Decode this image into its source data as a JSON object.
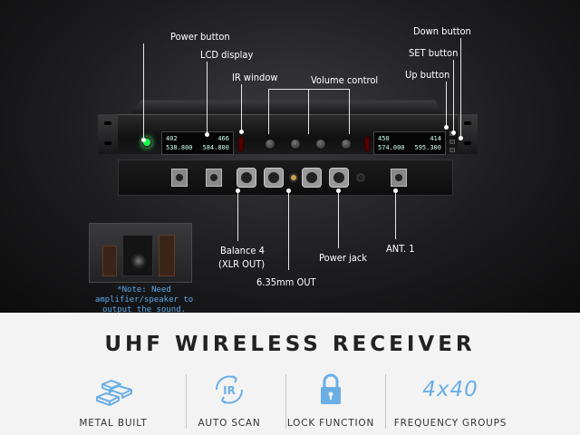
{
  "callouts": {
    "power_button": "Power button",
    "lcd_display": "LCD display",
    "ir_window": "IR window",
    "volume_control": "Volume control",
    "down_button": "Down button",
    "set_button": "SET button",
    "up_button": "Up button",
    "balance_4": "Balance 4",
    "xlr_out": "(XLR OUT)",
    "out_635": "6.35mm OUT",
    "power_jack": "Power jack",
    "ant_1": "ANT. 1"
  },
  "lcd_left": {
    "ch_a": "402",
    "ch_b": "466",
    "freq_a": "538.800",
    "freq_b": "584.800"
  },
  "lcd_right": {
    "ch_a": "450",
    "ch_b": "414",
    "freq_a": "574.000",
    "freq_b": "595.300"
  },
  "note": "*Note: Need amplifier/speaker to output the sound.",
  "headline": "UHF WIRELESS RECEIVER",
  "features": [
    {
      "label": "METAL BUILT",
      "icon": "metal-bars-icon"
    },
    {
      "label": "AUTO SCAN",
      "icon": "ir-scan-icon"
    },
    {
      "label": "LOCK FUNCTION",
      "icon": "lock-icon"
    },
    {
      "label": "FREQUENCY GROUPS",
      "icon": "text-4x40",
      "value": "4x40"
    }
  ],
  "colors": {
    "accent_blue": "#6aaee6",
    "note_blue": "#5aa8e8",
    "strip_bg": "#f3f3f3"
  }
}
